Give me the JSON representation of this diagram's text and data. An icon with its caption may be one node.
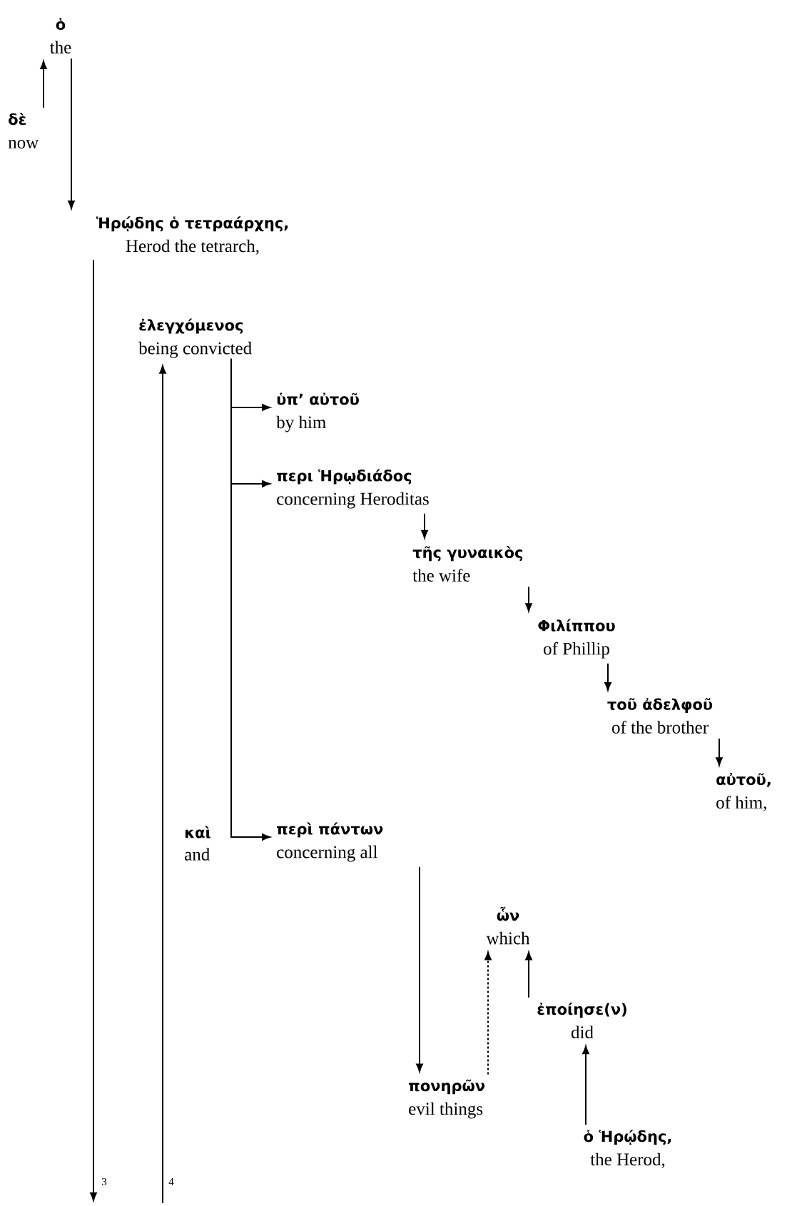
{
  "diagram": {
    "nodes": [
      {
        "text": [
          "ὁ",
          "the"
        ]
      },
      {
        "text": [
          "δὲ",
          "now"
        ]
      },
      {
        "text": [
          "Ἡρῴδης ὁ τετραάρχης,",
          "Herod the tetrarch,"
        ]
      },
      {
        "text": [
          "ἐλεγχόμενος",
          "being convicted"
        ]
      },
      {
        "text": [
          "ὑπ’ αὐτοῦ",
          "by him"
        ]
      },
      {
        "text": [
          "περι Ἡρῳδιάδος",
          "concerning Heroditas"
        ]
      },
      {
        "text": [
          "τῆς γυναικὸς",
          "the wife"
        ]
      },
      {
        "text": [
          "Φιλίππου",
          "of Phillip"
        ]
      },
      {
        "text": [
          "τοῦ ἀδελφοῦ",
          "of the brother"
        ]
      },
      {
        "text": [
          "αὐτοῦ,",
          "of him,"
        ]
      },
      {
        "text": [
          "περὶ πάντων",
          "concerning all"
        ]
      },
      {
        "text": [
          "ὧν",
          "which"
        ]
      },
      {
        "text": [
          "ἐποίησε(ν)",
          "did"
        ]
      },
      {
        "text": [
          "πονηρῶν",
          "evil things"
        ]
      },
      {
        "text": [
          "ὁ Ἡρῴδης,",
          "the Herod,"
        ]
      }
    ],
    "edges": [
      {
        "from": 1,
        "to": 0,
        "arrow": "to"
      },
      {
        "from": 0,
        "to": 2,
        "arrow": "to"
      },
      {
        "from": 2,
        "to": null,
        "arrow": "to",
        "label": "3"
      },
      {
        "from": null,
        "to": 3,
        "arrow": "to",
        "label": "4"
      },
      {
        "from": 3,
        "to": 4,
        "arrow": "to"
      },
      {
        "from": 3,
        "to": 5,
        "arrow": "to"
      },
      {
        "from": 3,
        "to": 10,
        "arrow": "to"
      },
      {
        "from": 5,
        "to": 6,
        "arrow": "to"
      },
      {
        "from": 6,
        "to": 7,
        "arrow": "to"
      },
      {
        "from": 7,
        "to": 8,
        "arrow": "to"
      },
      {
        "from": 8,
        "to": 9,
        "arrow": "to"
      },
      {
        "from": 10,
        "to": 13,
        "arrow": "to"
      },
      {
        "from": 13,
        "to": 11,
        "arrow": "to",
        "style": "dashed"
      },
      {
        "from": 12,
        "to": 11,
        "arrow": "to"
      },
      {
        "from": 14,
        "to": 12,
        "arrow": "to"
      }
    ],
    "labels": [
      "καὶ",
      "and"
    ]
  }
}
